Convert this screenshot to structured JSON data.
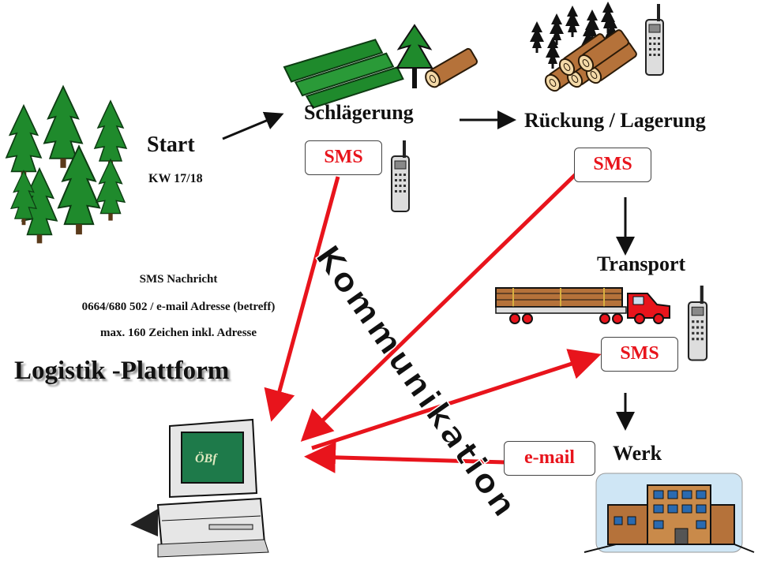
{
  "nodes": {
    "start": {
      "label": "Start",
      "sub": "KW 17/18"
    },
    "schlaegerung": {
      "label": "Schlägerung"
    },
    "rueckung": {
      "label": "Rückung / Lagerung"
    },
    "transport": {
      "label": "Transport"
    },
    "werk": {
      "label": "Werk"
    }
  },
  "messages": {
    "sms1": "SMS",
    "sms2": "SMS",
    "sms3": "SMS",
    "email": "e-mail"
  },
  "info": {
    "line1": "SMS Nachricht",
    "line2": "0664/680 502 /  e-mail Adresse (betreff)",
    "line3": "max. 160 Zeichen inkl. Adresse"
  },
  "platform": {
    "title": "Logistik -Plattform",
    "monitor_text": "ÖBf"
  },
  "kommunikation": "Kommunikation",
  "colors": {
    "arrow_red": "#e8141c",
    "text_red": "#e8141c",
    "forest_green": "#1f8a2c",
    "screen_green": "#1e7a4a"
  }
}
